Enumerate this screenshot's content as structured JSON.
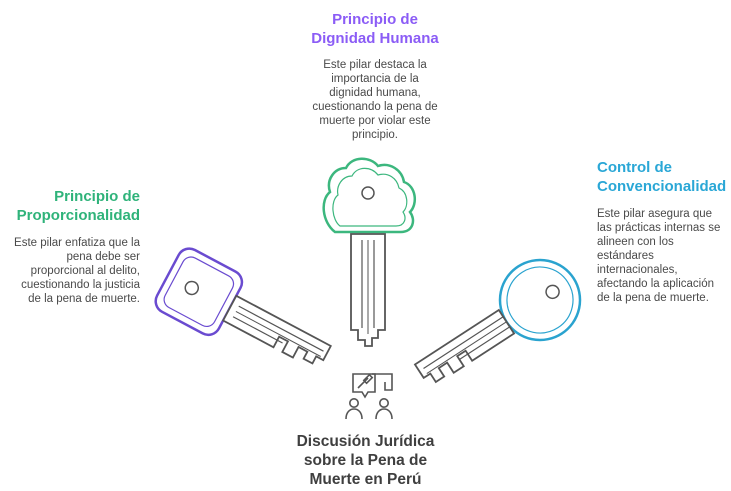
{
  "pillars": {
    "top": {
      "title_line1": "Principio de",
      "title_line2": "Dignidad Humana",
      "desc_lines": [
        "Este pilar destaca la",
        "importancia de la",
        "dignidad humana,",
        "cuestionando la pena de",
        "muerte por violar este",
        "principio."
      ],
      "color": "#8b5cf6"
    },
    "left": {
      "title_line1": "Principio de",
      "title_line2": "Proporcionalidad",
      "desc_lines": [
        "Este pilar enfatiza que la",
        "pena debe ser",
        "proporcional al delito,",
        "cuestionando la justicia",
        "de la pena de muerte."
      ],
      "color": "#2fb37a"
    },
    "right": {
      "title_line1": "Control de",
      "title_line2": "Convencionalidad",
      "desc_lines": [
        "Este pilar asegura que",
        "las prácticas internas se",
        "alineen con los",
        "estándares",
        "internacionales,",
        "afectando la aplicación",
        "de la pena de muerte."
      ],
      "color": "#2aa7d6"
    }
  },
  "center": {
    "title_lines": [
      "Discusión Jurídica",
      "sobre la Pena de",
      "Muerte en Perú"
    ],
    "icon": "legal-discussion-icon"
  },
  "keys": {
    "top_color": "#3cb77e",
    "left_color": "#6a4bd0",
    "right_color": "#2aa3cf"
  }
}
